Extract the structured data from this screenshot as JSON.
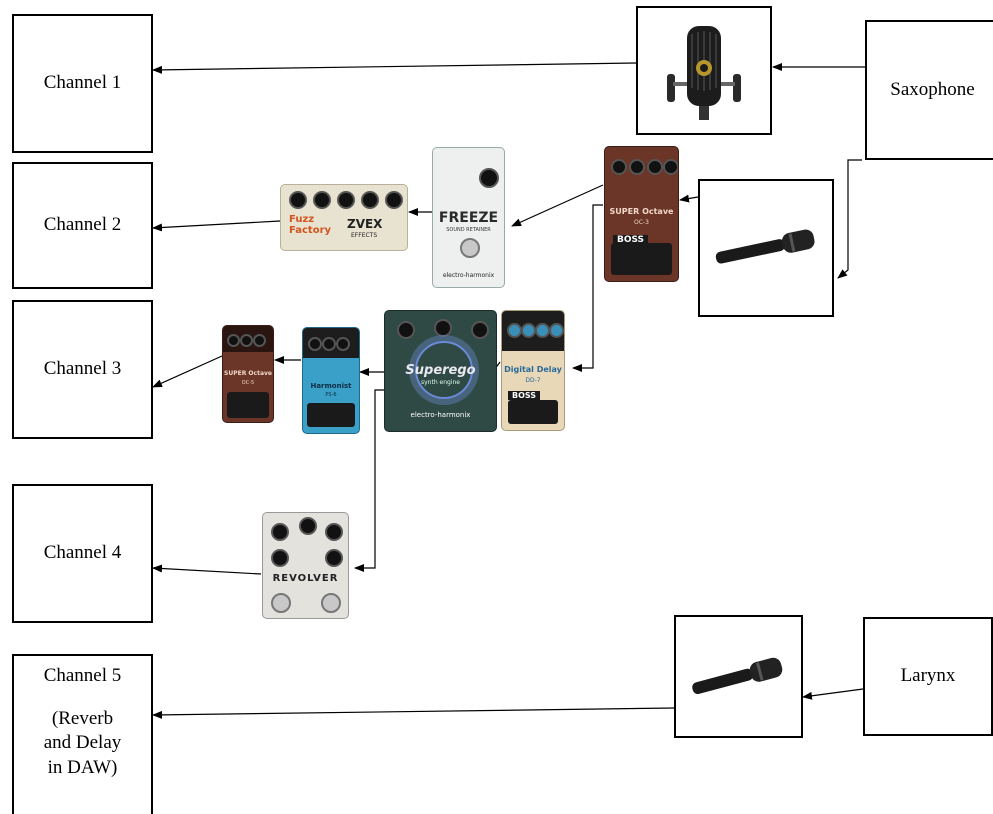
{
  "channels": {
    "ch1": "Channel 1",
    "ch2": "Channel 2",
    "ch3": "Channel 3",
    "ch4": "Channel 4",
    "ch5_line1": "Channel 5",
    "ch5_line2": "(Reverb",
    "ch5_line3": "and Delay",
    "ch5_line4": "in DAW)"
  },
  "sources": {
    "saxophone": "Saxophone",
    "larynx": "Larynx"
  },
  "pedals": {
    "freeze_name": "FREEZE",
    "freeze_sub": "SOUND RETAINER",
    "freeze_brand": "electro-harmonix",
    "zvex_name": "ZVEX",
    "zvex_sub": "EFFECTS",
    "fuzz_text": "Fuzz Factory",
    "oc3_name": "SUPER Octave",
    "oc3_model": "OC-3",
    "boss_brand": "BOSS",
    "dd7_name": "Digital Delay",
    "dd7_model": "DD-7",
    "superego_name": "Superego",
    "superego_sub": "synth engine",
    "superego_brand": "electro-harmonix",
    "harmonist_name": "Harmonist",
    "harmonist_model": "PS-6",
    "oc5_name": "SUPER Octave",
    "oc5_model": "OC-5",
    "revolver_name": "REVOLVER"
  },
  "colors": {
    "boss_red": "#6b3528",
    "dd7_cream": "#e8d8b8",
    "harmonist_blue": "#3aa0c8",
    "freeze_white": "#eef0f0",
    "zvex_cream": "#e8e2d0",
    "superego_green": "#2f4a44"
  }
}
